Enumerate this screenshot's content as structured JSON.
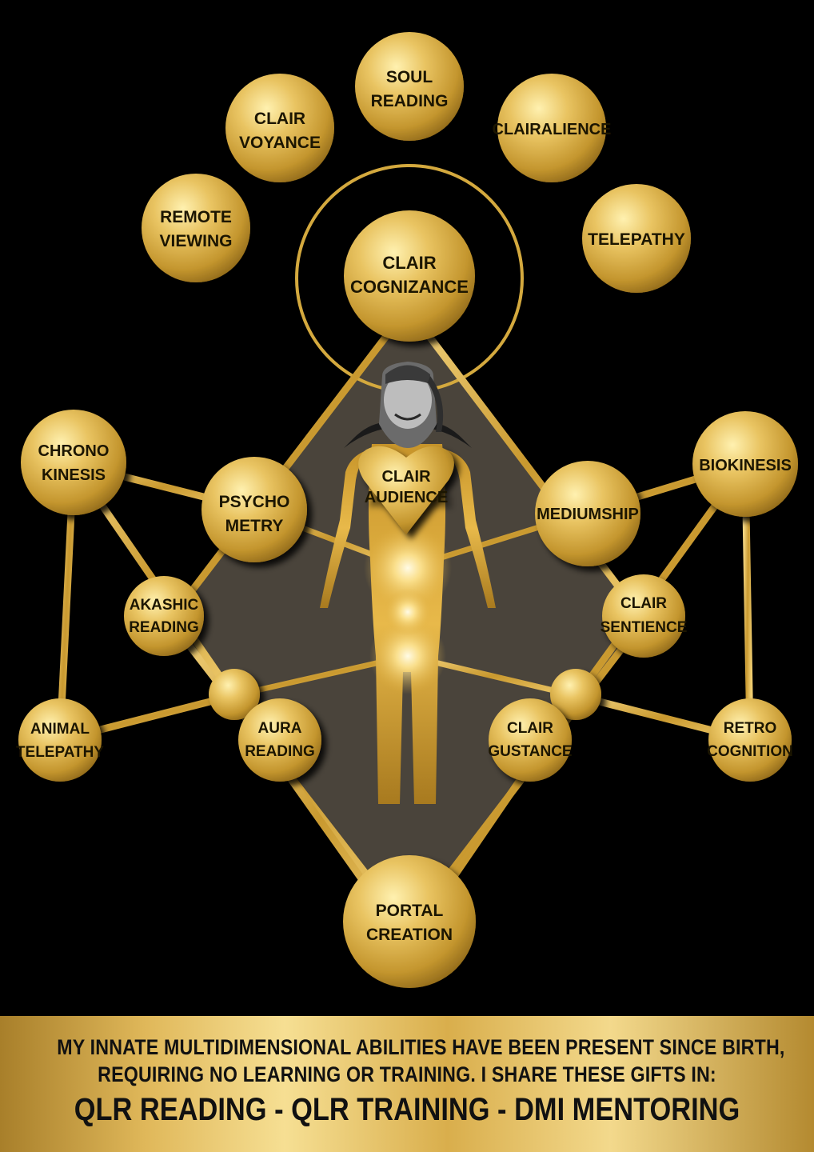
{
  "nodes": [
    {
      "id": "soul-reading",
      "lines": [
        "SOUL",
        "READING"
      ]
    },
    {
      "id": "clair-voyance",
      "lines": [
        "CLAIR",
        "VOYANCE"
      ]
    },
    {
      "id": "clairalience",
      "lines": [
        "CLAIRALIENCE"
      ]
    },
    {
      "id": "remote-viewing",
      "lines": [
        "REMOTE",
        "VIEWING"
      ]
    },
    {
      "id": "telepathy",
      "lines": [
        "TELEPATHY"
      ]
    },
    {
      "id": "clair-cognizance",
      "lines": [
        "CLAIR",
        "COGNIZANCE"
      ]
    },
    {
      "id": "chrono-kinesis",
      "lines": [
        "CHRONO",
        "KINESIS"
      ]
    },
    {
      "id": "biokinesis",
      "lines": [
        "BIOKINESIS"
      ]
    },
    {
      "id": "psycho-metry",
      "lines": [
        "PSYCHO",
        "METRY"
      ]
    },
    {
      "id": "mediumship",
      "lines": [
        "MEDIUMSHIP"
      ]
    },
    {
      "id": "akashic-reading",
      "lines": [
        "AKASHIC",
        "READING"
      ]
    },
    {
      "id": "clair-sentience",
      "lines": [
        "CLAIR",
        "SENTIENCE"
      ]
    },
    {
      "id": "animal-telepathy",
      "lines": [
        "ANIMAL",
        "TELEPATHY"
      ]
    },
    {
      "id": "aura-reading",
      "lines": [
        "AURA",
        "READING"
      ]
    },
    {
      "id": "clair-gustance",
      "lines": [
        "CLAIR",
        "GUSTANCE"
      ]
    },
    {
      "id": "retro-cognition",
      "lines": [
        "RETRO",
        "COGNITION"
      ]
    },
    {
      "id": "portal-creation",
      "lines": [
        "PORTAL",
        "CREATION"
      ]
    }
  ],
  "heart": {
    "lines": [
      "CLAIR",
      "AUDIENCE"
    ]
  },
  "footer": {
    "line1": "MY INNATE MULTIDIMENSIONAL ABILITIES HAVE BEEN PRESENT SINCE BIRTH,",
    "line2": "REQUIRING NO LEARNING OR TRAINING. I SHARE THESE GIFTS IN:",
    "services": "QLR READING - QLR TRAINING - DMI MENTORING"
  },
  "colors": {
    "background": "#000000",
    "gold": "#d4a93e",
    "gold_light": "#f6df93",
    "label": "#1a1205",
    "diamond_fill": "#4a443b"
  }
}
